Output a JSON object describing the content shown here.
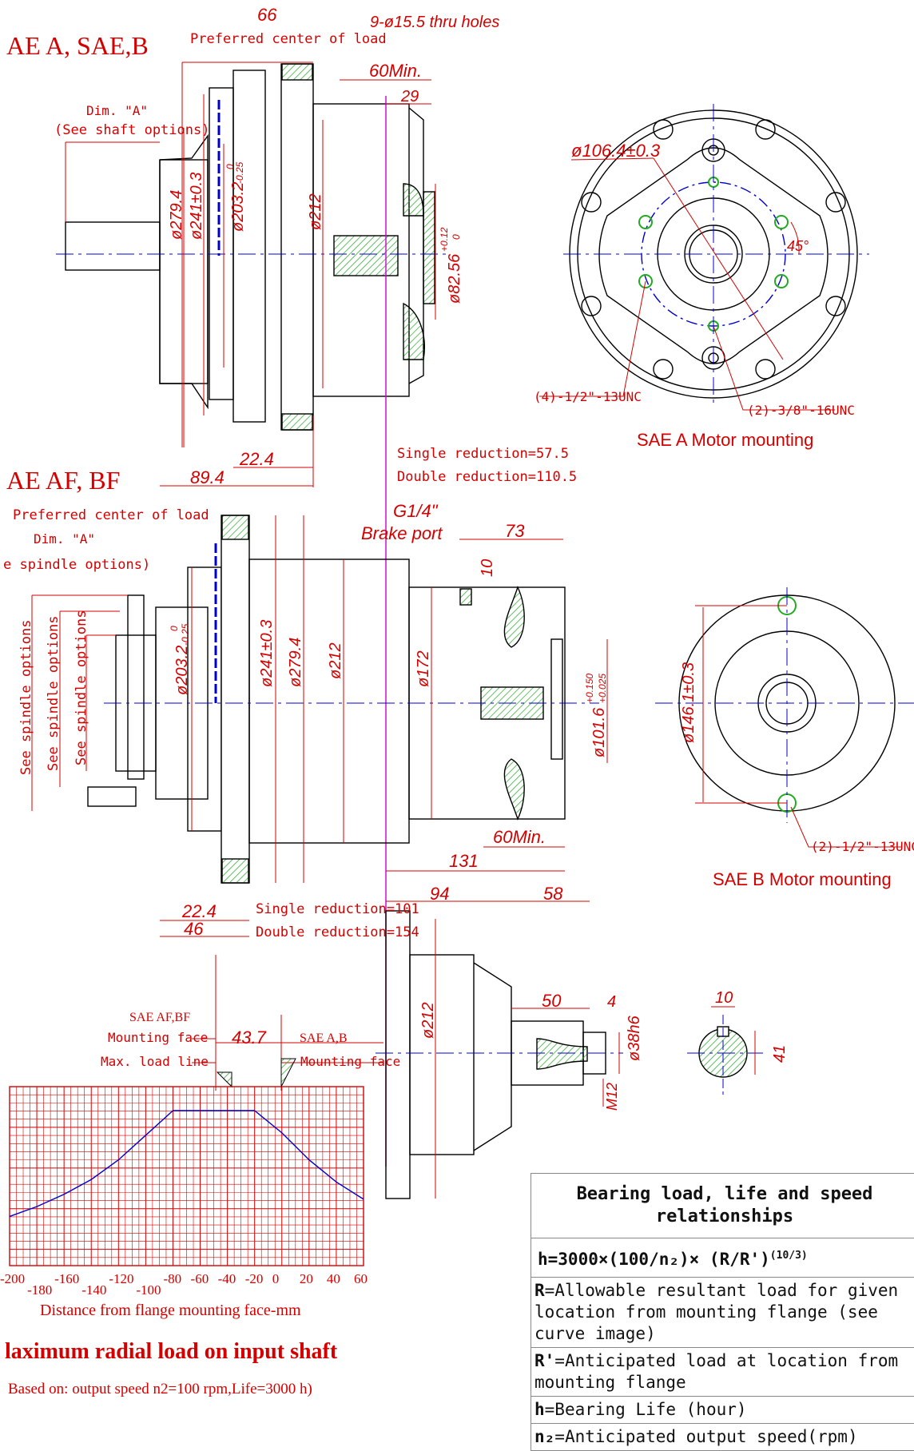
{
  "headings": {
    "top": "AE A,  SAE,B",
    "mid": "AE  AF, BF"
  },
  "top_view": {
    "dim_66": "66",
    "preferred_center": "Preferred center of load",
    "holes": "9-ø15.5 thru holes",
    "min60": "60Min.",
    "d29": "29",
    "dimA": "Dim. \"A\"",
    "see_shaft": "(See shaft options)",
    "d279": "ø279.4",
    "d241": "ø241±0.3",
    "d203": "ø203.2",
    "d203_tol_up": "0",
    "d203_tol_lo": "-0.25",
    "d212": "ø212",
    "d82": "ø82.56",
    "d82_tol_up": "+0.12",
    "d82_tol_lo": "0",
    "d22": "22.4",
    "d89": "89.4",
    "single": "Single reduction=57.5",
    "double": "Double reduction=110.5"
  },
  "sae_a_mount": {
    "d106": "ø106.4±0.3",
    "angle": "45°",
    "holes_a": "(4)-1/2\"-13UNC",
    "holes_b": "(2)-3/8\"-16UNC",
    "caption": "SAE A Motor mounting"
  },
  "mid_view": {
    "preferred_center": "Preferred center of load",
    "dimA": "Dim. \"A\"",
    "see_spindle": "e spindle options)",
    "g14": "G1/4\"",
    "brake_port": "Brake port",
    "d73": "73",
    "d10": "10",
    "spindle1": "See spindle options",
    "spindle2": "See spindle options",
    "spindle3": "See spindle options",
    "d203": "ø203.2",
    "d203_tol_up": "0",
    "d203_tol_lo": "-0.25",
    "d241": "ø241±0.3",
    "d279": "ø279.4",
    "d212": "ø212",
    "d172": "ø172",
    "d101": "ø101.6",
    "d101_tol_up": "+0.150",
    "d101_tol_lo": "+0.025",
    "min60": "60Min.",
    "d131": "131",
    "d22": "22.4",
    "d46": "46",
    "single": "Single reduction=101",
    "double": "Double reduction=154"
  },
  "sae_b_mount": {
    "d146": "ø146.1±0.3",
    "holes": "(2)-1/2\"-13UNC",
    "caption": "SAE B Motor mounting"
  },
  "shaft_view": {
    "d94": "94",
    "d58": "58",
    "d50": "50",
    "d4": "4",
    "d212": "ø212",
    "d38": "ø38h6",
    "m12": "M12",
    "key10": "10",
    "key41": "41"
  },
  "load_chart_labels": {
    "sae_af_bf": "SAE AF,BF",
    "mounting_face_1": "Mounting face",
    "d43": "43.7",
    "sae_ab": "SAE A,B",
    "mounting_face_2": "Mounting face",
    "max_load_line": "Max. load line",
    "xlabel": "Distance from flange mounting face-mm",
    "title": "laximum radial load on input shaft",
    "subtitle": "Based on: output speed n2=100 rpm,Life=3000 h)"
  },
  "chart_data": {
    "type": "line",
    "x_ticks": [
      "-200",
      "-180",
      "-160",
      "-140",
      "-120",
      "-100",
      "-80",
      "-60",
      "-40",
      "-20",
      "0",
      "20",
      "40",
      "60"
    ],
    "xlim": [
      -200,
      60
    ],
    "xlabel": "Distance from flange mounting face-mm",
    "title": "laximum radial load on input shaft",
    "subtitle": "Based on: output speed n2=100 rpm,Life=3000 h)",
    "grid": true,
    "series": [
      {
        "x": [
          -200,
          -180,
          -160,
          -140,
          -120,
          -100,
          -80,
          -60,
          -40,
          -20,
          0,
          20,
          40,
          60
        ],
        "y": [
          0.14,
          0.22,
          0.32,
          0.44,
          0.6,
          0.8,
          1.0,
          1.0,
          1.0,
          1.0,
          0.82,
          0.6,
          0.42,
          0.28
        ]
      }
    ]
  },
  "bearing_table": {
    "title": "Bearing load, life and speed relationships",
    "formula": "h=3000×(100/n₂)× (R/R')",
    "formula_exp": "(10/3)",
    "rows": [
      {
        "key": "R",
        "text": "=Allowable resultant load for given location from mounting flange (see curve image)"
      },
      {
        "key": "R'",
        "text": "=Anticipated load at location from mounting flange"
      },
      {
        "key": "h",
        "text": "=Bearing Life (hour)"
      },
      {
        "key": "n₂",
        "text": "=Anticipated output speed(rpm)"
      }
    ]
  }
}
